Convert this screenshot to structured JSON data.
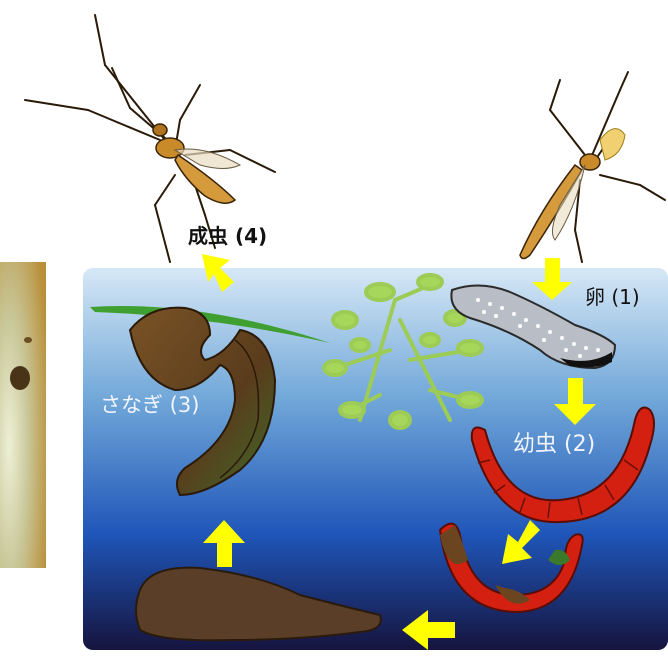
{
  "diagram": {
    "stages": [
      {
        "id": "egg",
        "label": "卵 (1)"
      },
      {
        "id": "larva",
        "label": "幼虫 (2)"
      },
      {
        "id": "pupa",
        "label": "さなぎ (3)"
      },
      {
        "id": "adult",
        "label": "成虫 (4)"
      }
    ],
    "colors": {
      "arrow": "#ffff00",
      "water_top": "#cfe3f4",
      "water_bottom": "#1a1850",
      "larva": "#d42010",
      "pupa": "#6b4520",
      "plant": "#a6d65a",
      "mosquito": "#c98a2a",
      "photo_inset": "#d6c07a"
    },
    "cycle_order": [
      "egg",
      "larva",
      "pupa",
      "adult"
    ]
  }
}
